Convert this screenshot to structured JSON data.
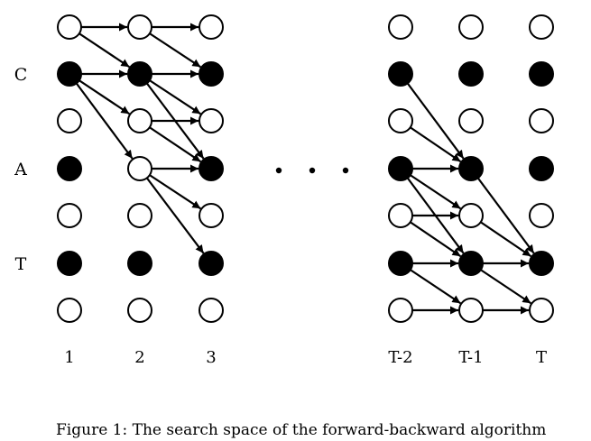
{
  "row_labels": [
    {
      "text": "C",
      "row": 1
    },
    {
      "text": "A",
      "row": 3
    },
    {
      "text": "T",
      "row": 5
    }
  ],
  "column_labels": [
    "1",
    "2",
    "3",
    "T-2",
    "T-1",
    "T"
  ],
  "ellipsis": true,
  "caption": "Figure 1: The search space of the forward-backward algorithm",
  "filled_nodes": [
    [
      false,
      true,
      false,
      true,
      false,
      true,
      false
    ],
    [
      false,
      true,
      false,
      false,
      false,
      true,
      false
    ],
    [
      false,
      true,
      false,
      true,
      false,
      true,
      false
    ],
    [
      false,
      true,
      false,
      true,
      false,
      true,
      false
    ],
    [
      false,
      true,
      false,
      true,
      false,
      true,
      false
    ],
    [
      false,
      true,
      false,
      true,
      false,
      true,
      false
    ]
  ],
  "edges": [
    {
      "from": [
        0,
        0
      ],
      "to": [
        1,
        0
      ]
    },
    {
      "from": [
        0,
        0
      ],
      "to": [
        1,
        1
      ]
    },
    {
      "from": [
        1,
        0
      ],
      "to": [
        2,
        0
      ]
    },
    {
      "from": [
        1,
        0
      ],
      "to": [
        2,
        1
      ]
    },
    {
      "from": [
        0,
        1
      ],
      "to": [
        1,
        1
      ]
    },
    {
      "from": [
        0,
        1
      ],
      "to": [
        1,
        2
      ]
    },
    {
      "from": [
        0,
        1
      ],
      "to": [
        1,
        3
      ]
    },
    {
      "from": [
        1,
        1
      ],
      "to": [
        2,
        1
      ]
    },
    {
      "from": [
        1,
        1
      ],
      "to": [
        2,
        2
      ]
    },
    {
      "from": [
        1,
        1
      ],
      "to": [
        2,
        3
      ]
    },
    {
      "from": [
        1,
        2
      ],
      "to": [
        2,
        2
      ]
    },
    {
      "from": [
        1,
        2
      ],
      "to": [
        2,
        3
      ]
    },
    {
      "from": [
        1,
        3
      ],
      "to": [
        2,
        3
      ]
    },
    {
      "from": [
        1,
        3
      ],
      "to": [
        2,
        4
      ]
    },
    {
      "from": [
        1,
        3
      ],
      "to": [
        2,
        5
      ]
    },
    {
      "from": [
        3,
        1
      ],
      "to": [
        4,
        3
      ]
    },
    {
      "from": [
        3,
        2
      ],
      "to": [
        4,
        3
      ]
    },
    {
      "from": [
        3,
        3
      ],
      "to": [
        4,
        3
      ]
    },
    {
      "from": [
        3,
        3
      ],
      "to": [
        4,
        4
      ]
    },
    {
      "from": [
        3,
        3
      ],
      "to": [
        4,
        5
      ]
    },
    {
      "from": [
        3,
        4
      ],
      "to": [
        4,
        4
      ]
    },
    {
      "from": [
        3,
        4
      ],
      "to": [
        4,
        5
      ]
    },
    {
      "from": [
        3,
        5
      ],
      "to": [
        4,
        5
      ]
    },
    {
      "from": [
        3,
        5
      ],
      "to": [
        4,
        6
      ]
    },
    {
      "from": [
        3,
        6
      ],
      "to": [
        4,
        6
      ]
    },
    {
      "from": [
        4,
        3
      ],
      "to": [
        5,
        5
      ]
    },
    {
      "from": [
        4,
        4
      ],
      "to": [
        5,
        5
      ]
    },
    {
      "from": [
        4,
        5
      ],
      "to": [
        5,
        5
      ]
    },
    {
      "from": [
        4,
        5
      ],
      "to": [
        5,
        6
      ]
    },
    {
      "from": [
        4,
        6
      ],
      "to": [
        5,
        6
      ]
    }
  ]
}
